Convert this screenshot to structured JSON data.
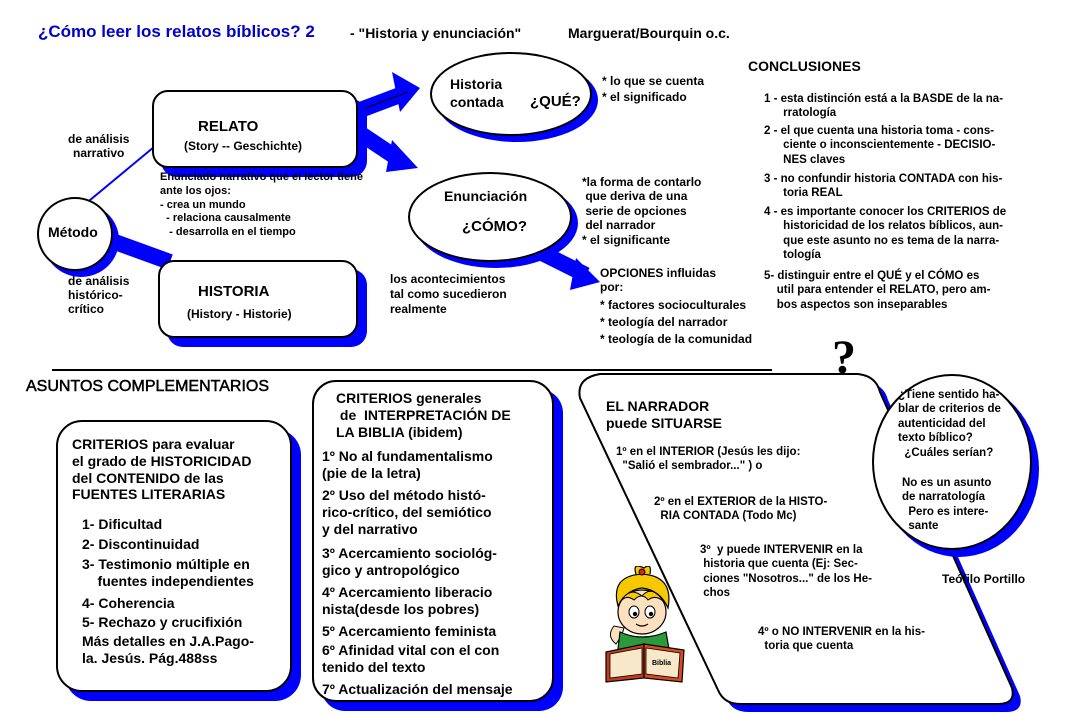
{
  "header": {
    "title": "¿Cómo leer los relatos bíblicos? 2",
    "subtitle": "- \"Historia y enunciación\"",
    "authors": "Marguerat/Bourquin o.c."
  },
  "metodo": {
    "label": "Método",
    "analisis_narrativo": "de análisis\nnarrativo",
    "analisis_historico": "de análisis\nhistórico-\ncrítico"
  },
  "relato": {
    "title": "RELATO",
    "subtitle": "(Story -- Geschichte)",
    "description": "Enunciado narrativo que el lector tiene\nante los ojos:\n- crea un mundo\n  - relaciona causalmente\n   - desarrolla en el tiempo"
  },
  "historia": {
    "title": "HISTORIA",
    "subtitle": "(History - Historie)",
    "description": "los acontecimientos\ntal como sucedieron\nrealmente"
  },
  "historia_contada": {
    "label": "Historia\ncontada",
    "question": "¿QUÉ?",
    "note": "* lo que se cuenta\n* el significado"
  },
  "enunciacion": {
    "label": "Enunciación",
    "question": "¿CÓMO?",
    "note": "*la forma de contarlo\n que deriva de una\n serie de opciones\n del narrador\n* el significante"
  },
  "opciones": {
    "title": "OPCIONES influidas\npor:",
    "items": [
      "* factores socioculturales",
      "* teología del narrador",
      "* teología de la comunidad"
    ]
  },
  "conclusiones": {
    "title": "CONCLUSIONES",
    "items": [
      "1 - esta distinción está a la BASDE de la na-\n      rratología",
      "2 - el que cuenta una historia toma - cons-\n      ciente o inconscientemente - DECISIO-\n      NES claves",
      "3 - no confundir historia CONTADA con his-\n      toria REAL",
      "4 - es importante conocer los CRITERIOS de\n      historicidad de los relatos bíblicos, aun-\n      que este asunto no es tema de la narra-\n      tología",
      "5- distinguir entre el QUÉ y el CÓMO es\n    util para entender el RELATO, pero am-\n    bos aspectos son inseparables"
    ]
  },
  "question_mark": "?",
  "asuntos": {
    "title": "ASUNTOS COMPLEMENTARIOS"
  },
  "criterios_historicidad": {
    "title": "CRITERIOS para evaluar\nel grado de HISTORICIDAD\ndel CONTENIDO de las\nFUENTES LITERARIAS",
    "items": [
      "1- Dificultad",
      "2- Discontinuidad",
      "3- Testimonio múltiple en\n    fuentes independientes",
      "4- Coherencia",
      "5- Rechazo y crucifixión"
    ],
    "footer": "Más detalles en J.A.Pago-\nla. Jesús. Pág.488ss"
  },
  "criterios_interpretacion": {
    "title": "CRITERIOS generales\n de  INTERPRETACIÓN DE\nLA BIBLIA (ibidem)",
    "items": [
      "1º No al fundamentalismo\n(pie de la letra)",
      "2º Uso del método histó-\nrico-crítico, del semiótico\ny del narrativo",
      "3º Acercamiento sociológ-\ngico y antropológico",
      "4º Acercamiento liberacio\nnista(desde los pobres)",
      "5º Acercamiento feminista",
      "6º Afinidad vital con el con\ntenido del texto",
      "7º Actualización del mensaje"
    ]
  },
  "narrador": {
    "title": "EL NARRADOR\npuede SITUARSE",
    "p1": "1º en el INTERIOR (Jesús les dijo:\n  \"Salió el sembrador...\" ) o",
    "p2": "2º en el EXTERIOR de la HISTO-\n  RIA CONTADA (Todo Mc)",
    "p3": "3º  y puede INTERVENIR en la\n historia que cuenta (Ej: Sec-\n ciones \"Nosotros...\" de los He-\n chos",
    "p4": "4º o NO INTERVENIR en la his-\n  toria que cuenta"
  },
  "autenticidad": {
    "question": "¿Tiene sentido ha-\nblar de criterios de\nautenticidad del\ntexto bíblico?\n  ¿Cuáles serían?",
    "answer": "No es un asunto\nde narratología\n  Pero es intere-\n  sante"
  },
  "author": "Teófilo Portillo",
  "book_label": "Biblia",
  "colors": {
    "accent": "#0000ff",
    "title": "#0000cc"
  }
}
